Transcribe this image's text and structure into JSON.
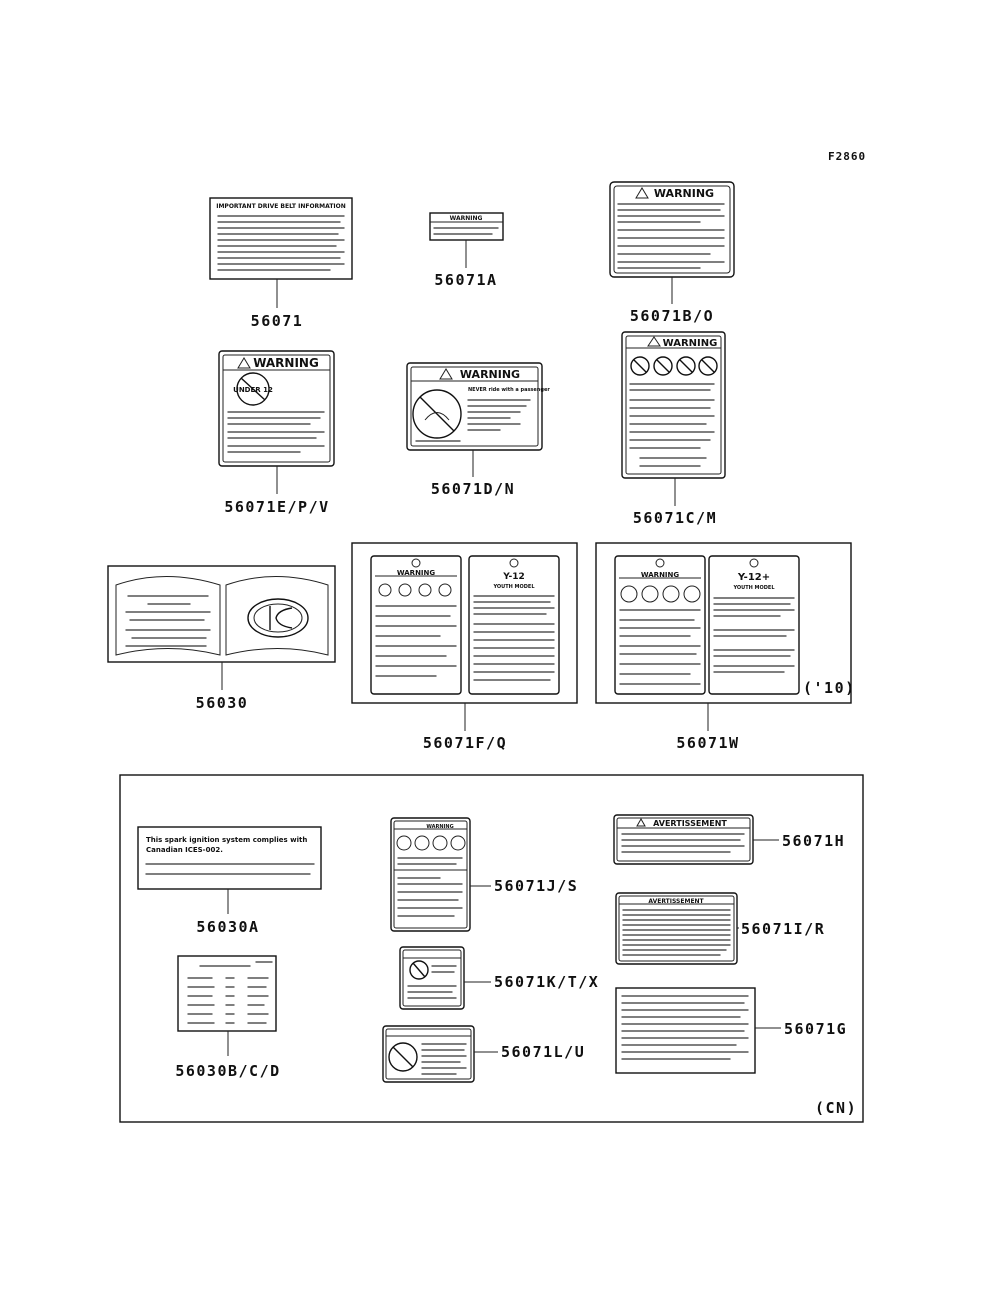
{
  "figure_code": "F2860",
  "parts": {
    "p56071": "56071",
    "p56071A": "56071A",
    "p56071BO": "56071B/O",
    "p56071EPV": "56071E/P/V",
    "p56071DN": "56071D/N",
    "p56071CM": "56071C/M",
    "p56030": "56030",
    "p56071FQ": "56071F/Q",
    "p56071W": "56071W",
    "p56030A": "56030A",
    "p56030BCD": "56030B/C/D",
    "p56071JS": "56071J/S",
    "p56071KTX": "56071K/T/X",
    "p56071LU": "56071L/U",
    "p56071H": "56071H",
    "p56071IR": "56071I/R",
    "p56071G": "56071G"
  },
  "notes": {
    "year_10": "('10)",
    "region_cn": "(CN)"
  },
  "label_titles": {
    "drive_belt": "IMPORTANT DRIVE BELT INFORMATION",
    "warning": "WARNING",
    "under_12": "UNDER 12",
    "never_passenger": "NEVER ride with a passenger",
    "y12": "Y-12",
    "y12_plus": "Y-12+",
    "youth_model": "YOUTH MODEL",
    "avertissement": "AVERTISSEMENT",
    "canada_line1": "This spark ignition system complies with",
    "canada_line2": "Canadian ICES-002."
  },
  "colors": {
    "ink": "#111111",
    "background": "#ffffff"
  }
}
